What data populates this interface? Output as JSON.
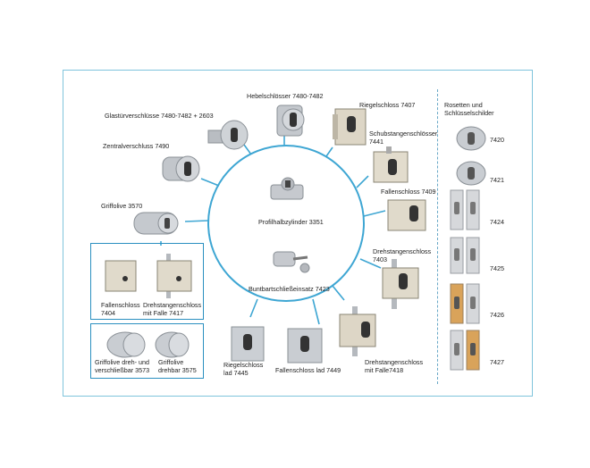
{
  "colors": {
    "frame": "#7fc4dc",
    "circle": "#3ea6d3",
    "box": "#2a8fc0",
    "steel": "#b8bcc2",
    "brass_plate": "#d9d2c2",
    "orange_insert": "#d9a35a"
  },
  "center": {
    "cylinder": "Profilhalbzylinder 3351",
    "bitinsert": "Buntbartschließeinsatz 7423"
  },
  "products": {
    "hebel": "Hebelschlösser 7480-7482",
    "glastuer": "Glastürverschlüsse 7480-7482 + 2603",
    "zentral": "Zentralverschluss 7490",
    "griffolive_3570": "Griffolive 3570",
    "riegel_7407": "Riegelschloss 7407",
    "schubstangen": "Schubstangenschlösser\n7441",
    "fallen_7409": "Fallenschloss 7409",
    "drehstangen_7403": "Drehstangenschloss\n7403",
    "drehstangen_7418": "Drehstangenschloss\nmit Falle7418",
    "fallen_7449": "Fallenschloss lad 7449",
    "riegel_7445": "Riegelschloss\nlad 7445"
  },
  "box1": {
    "fallen_7404": "Fallenschloss\n7404",
    "drehstangen_7417": "Drehstangenschloss\nmit Falle 7417"
  },
  "box2": {
    "olive_3573": "Griffolive dreh- und\nverschließbar 3573",
    "olive_3575": "Griffolive\ndrehbar 3575"
  },
  "rosettes": {
    "title": "Rosetten und\nSchlüsselschilder",
    "codes": [
      "7420",
      "7421",
      "7424",
      "7425",
      "7426",
      "7427"
    ]
  }
}
